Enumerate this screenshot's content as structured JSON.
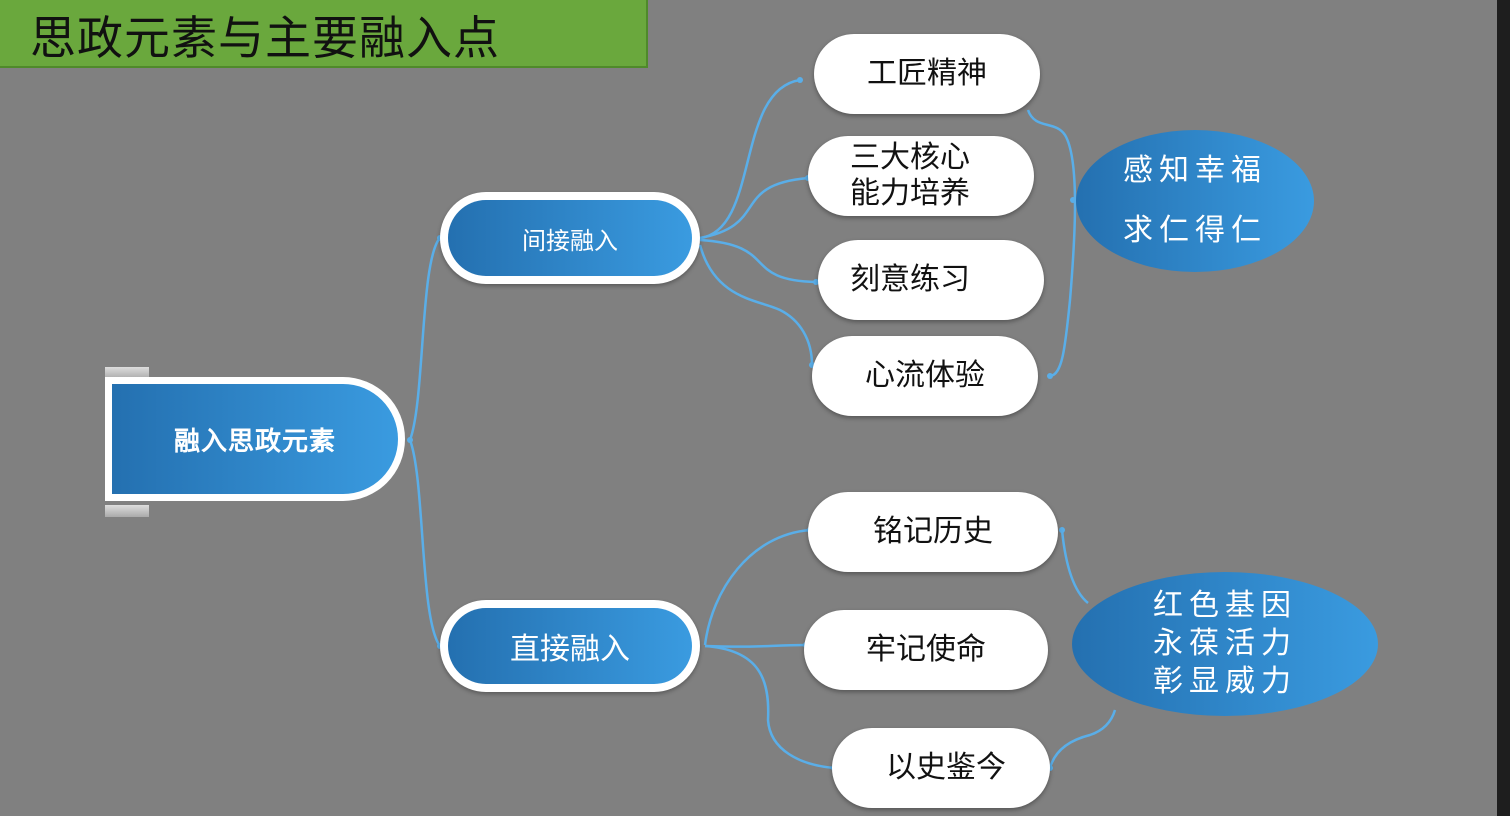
{
  "title": "思政元素与主要融入点",
  "root": "融入思政元素",
  "branches": {
    "indirect": {
      "label": "间接融入",
      "leaves": [
        "工匠精神",
        "三大核心",
        "能力培养",
        "刻意练习",
        "心流体验"
      ],
      "outcome": [
        "感知幸福",
        "求仁得仁"
      ]
    },
    "direct": {
      "label": "直接融入",
      "leaves": [
        "铭记历史",
        "牢记使命",
        "以史鉴今"
      ],
      "outcome": [
        "红色基因",
        "永葆活力",
        "彰显威力"
      ]
    }
  },
  "colors": {
    "background": "#808080",
    "title_bar": "#6aa83d",
    "node_blue": "#2f86cc",
    "link": "#5aaee8"
  }
}
